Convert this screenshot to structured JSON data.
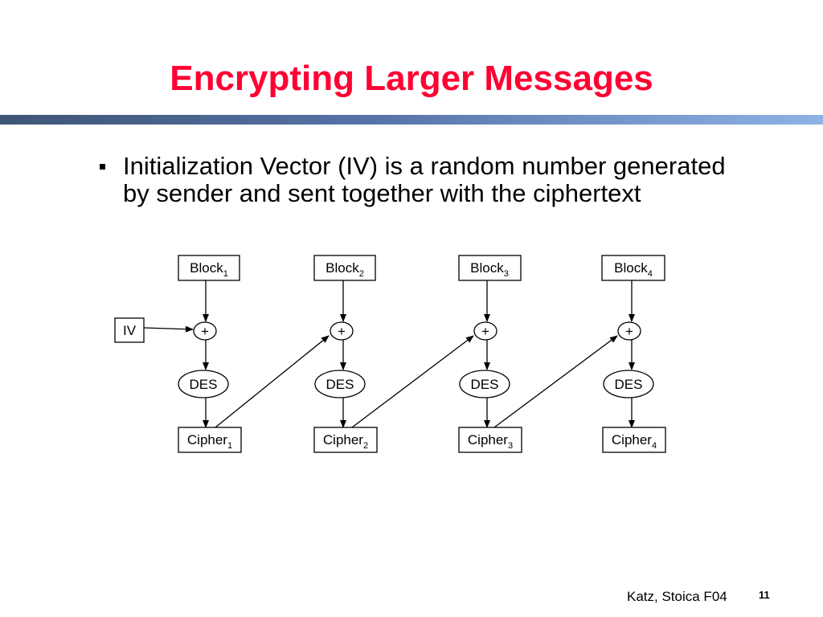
{
  "slide": {
    "title": "Encrypting Larger Messages",
    "bullets": [
      "Initialization Vector (IV) is a random number generated by sender and sent together with the ciphertext"
    ],
    "footer_author": "Katz, Stoica F04",
    "page_number": "11"
  },
  "diagram": {
    "iv_label": "IV",
    "xor_symbol": "+",
    "des_label": "DES",
    "blocks": [
      {
        "name": "Block",
        "sub": "1"
      },
      {
        "name": "Block",
        "sub": "2"
      },
      {
        "name": "Block",
        "sub": "3"
      },
      {
        "name": "Block",
        "sub": "4"
      }
    ],
    "ciphers": [
      {
        "name": "Cipher",
        "sub": "1"
      },
      {
        "name": "Cipher",
        "sub": "2"
      },
      {
        "name": "Cipher",
        "sub": "3"
      },
      {
        "name": "Cipher",
        "sub": "4"
      }
    ]
  }
}
